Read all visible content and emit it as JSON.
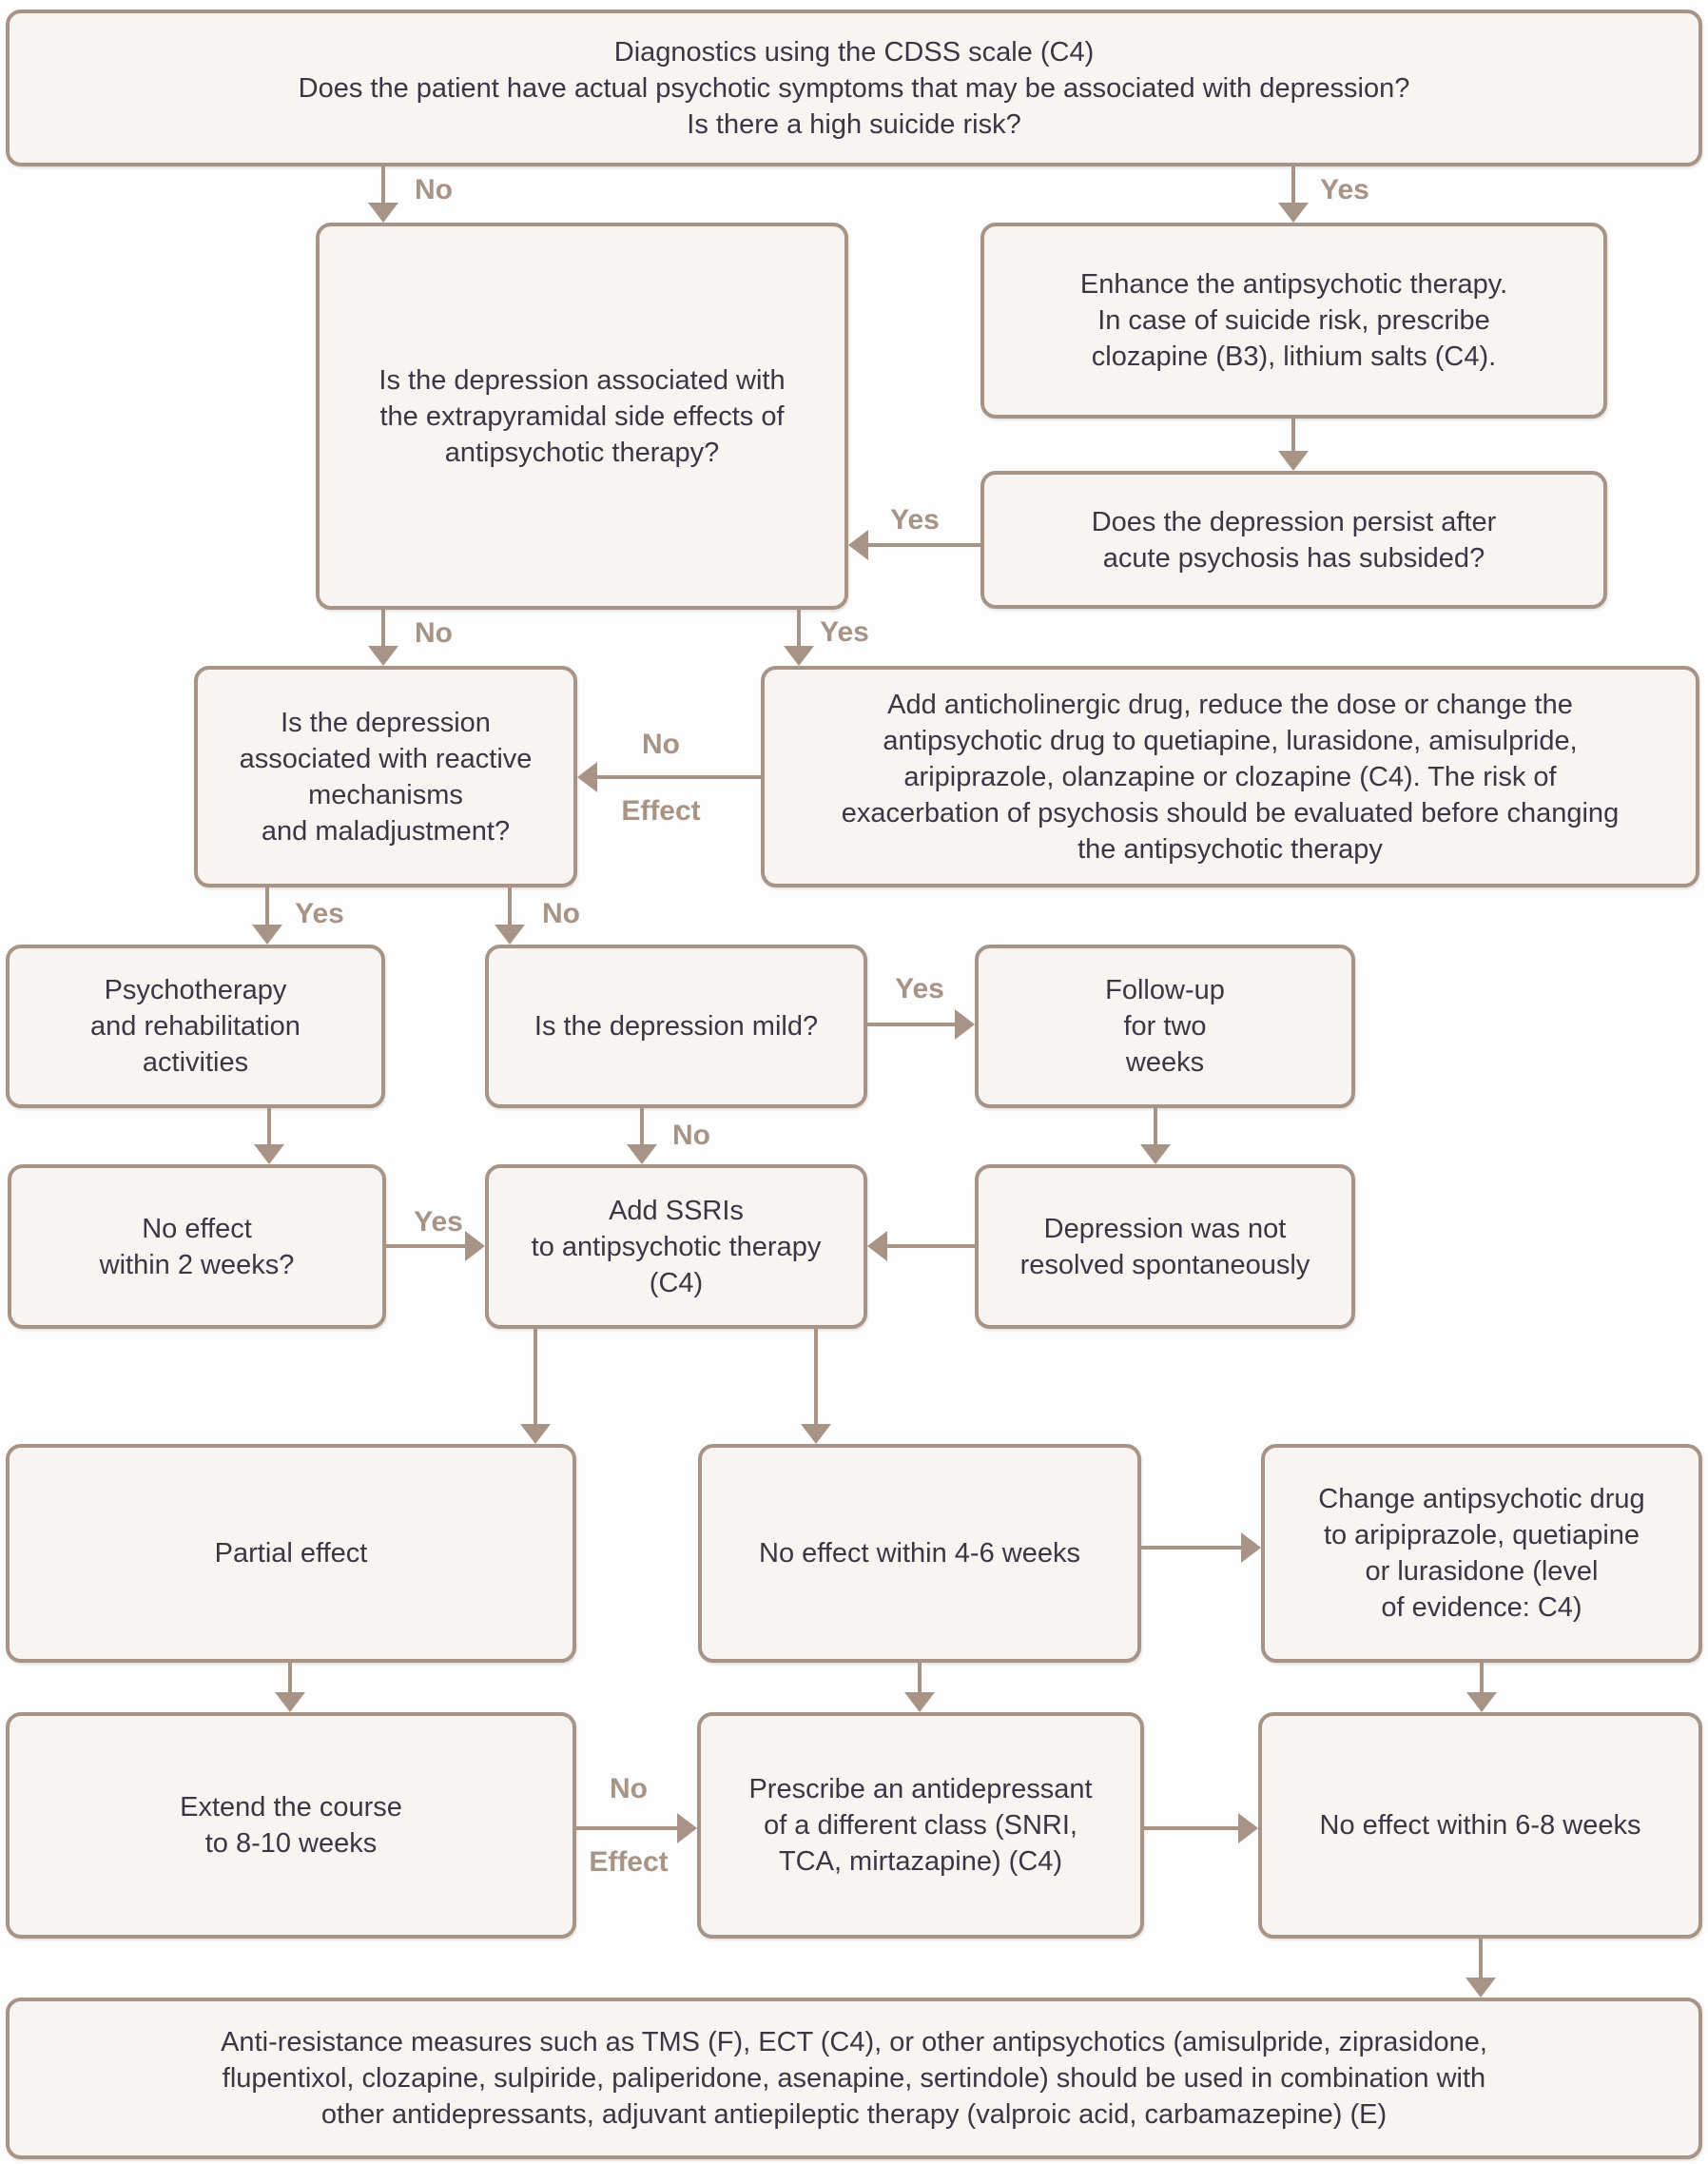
{
  "colors": {
    "border": "#a79486",
    "fill": "#f8f4f1",
    "text": "#3b3643",
    "label": "#a79486",
    "bg": "#fdfdfd"
  },
  "boxes": {
    "diagnostics": "Diagnostics using the CDSS scale (C4)\nDoes the patient have actual psychotic symptoms that may be associated with depression?\nIs there a high suicide risk?",
    "epse": "Is the depression associated with\nthe extrapyramidal side effects of\nantipsychotic therapy?",
    "enhance": "Enhance the antipsychotic therapy.\nIn case of suicide risk, prescribe\nclozapine (B3), lithium salts (C4).",
    "persist": "Does the depression persist after\nacute psychosis has subsided?",
    "reactive": "Is the depression\nassociated with reactive\nmechanisms\nand maladjustment?",
    "anticholinergic": "Add anticholinergic drug, reduce the dose or change the\nantipsychotic drug to quetiapine, lurasidone, amisulpride,\naripiprazole, olanzapine or clozapine (C4). The risk of\nexacerbation of psychosis should be evaluated before changing\nthe antipsychotic therapy",
    "psychotherapy": "Psychotherapy\nand rehabilitation\nactivities",
    "mild": "Is the depression mild?",
    "followup": "Follow-up\nfor two\nweeks",
    "no_effect_2w": "No effect\nwithin 2 weeks?",
    "ssri": "Add SSRIs\nto antipsychotic therapy\n(C4)",
    "not_resolved": "Depression was not\nresolved spontaneously",
    "partial": "Partial effect",
    "no_effect_46w": "No effect within 4-6 weeks",
    "change_ap": "Change antipsychotic drug\nto aripiprazole, quetiapine\nor lurasidone (level\nof evidence: C4)",
    "extend": "Extend the course\nto 8-10 weeks",
    "prescribe": "Prescribe an antidepressant\nof a different class (SNRI,\nTCA, mirtazapine) (C4)",
    "no_effect_68w": "No effect within 6-8 weeks",
    "anti_resistance": "Anti-resistance measures such as TMS (F), ECT (C4), or other antipsychotics (amisulpride, ziprasidone,\nflupentixol, clozapine, sulpiride, paliperidone, asenapine, sertindole) should be used in combination with\nother antidepressants, adjuvant antiepileptic therapy (valproic acid, carbamazepine) (E)"
  },
  "labels": {
    "yes": "Yes",
    "no": "No",
    "effect": "Effect"
  }
}
